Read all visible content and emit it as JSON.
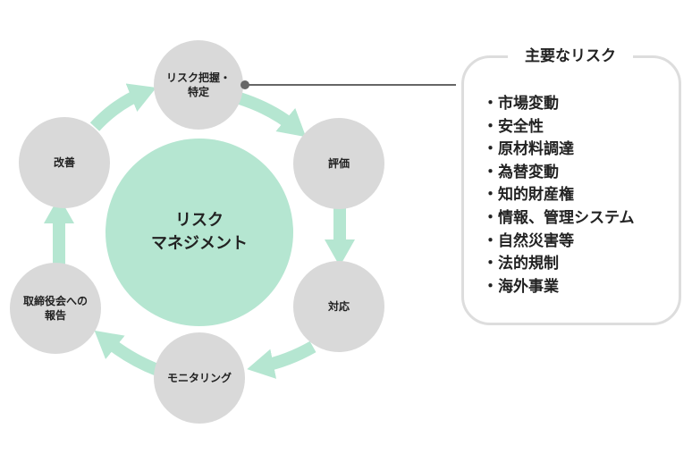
{
  "center_label": [
    "リスク",
    "マネジメント"
  ],
  "cycle_nodes": [
    {
      "lines": [
        "リスク把握・",
        "特定"
      ]
    },
    {
      "lines": [
        "評価"
      ]
    },
    {
      "lines": [
        "対応"
      ]
    },
    {
      "lines": [
        "モニタリング"
      ]
    },
    {
      "lines": [
        "取締役会への",
        "報告"
      ]
    },
    {
      "lines": [
        "改善"
      ]
    }
  ],
  "risk_box": {
    "title": "主要なリスク",
    "items": [
      "市場変動",
      "安全性",
      "原材料調達",
      "為替変動",
      "知的財産権",
      "情報、管理システム",
      "自然災害等",
      "法的規制",
      "海外事業"
    ]
  },
  "colors": {
    "arrow": "#b5e6d1",
    "node": "#d9d9d9",
    "center": "#b5e6d1",
    "connector": "#666666"
  }
}
